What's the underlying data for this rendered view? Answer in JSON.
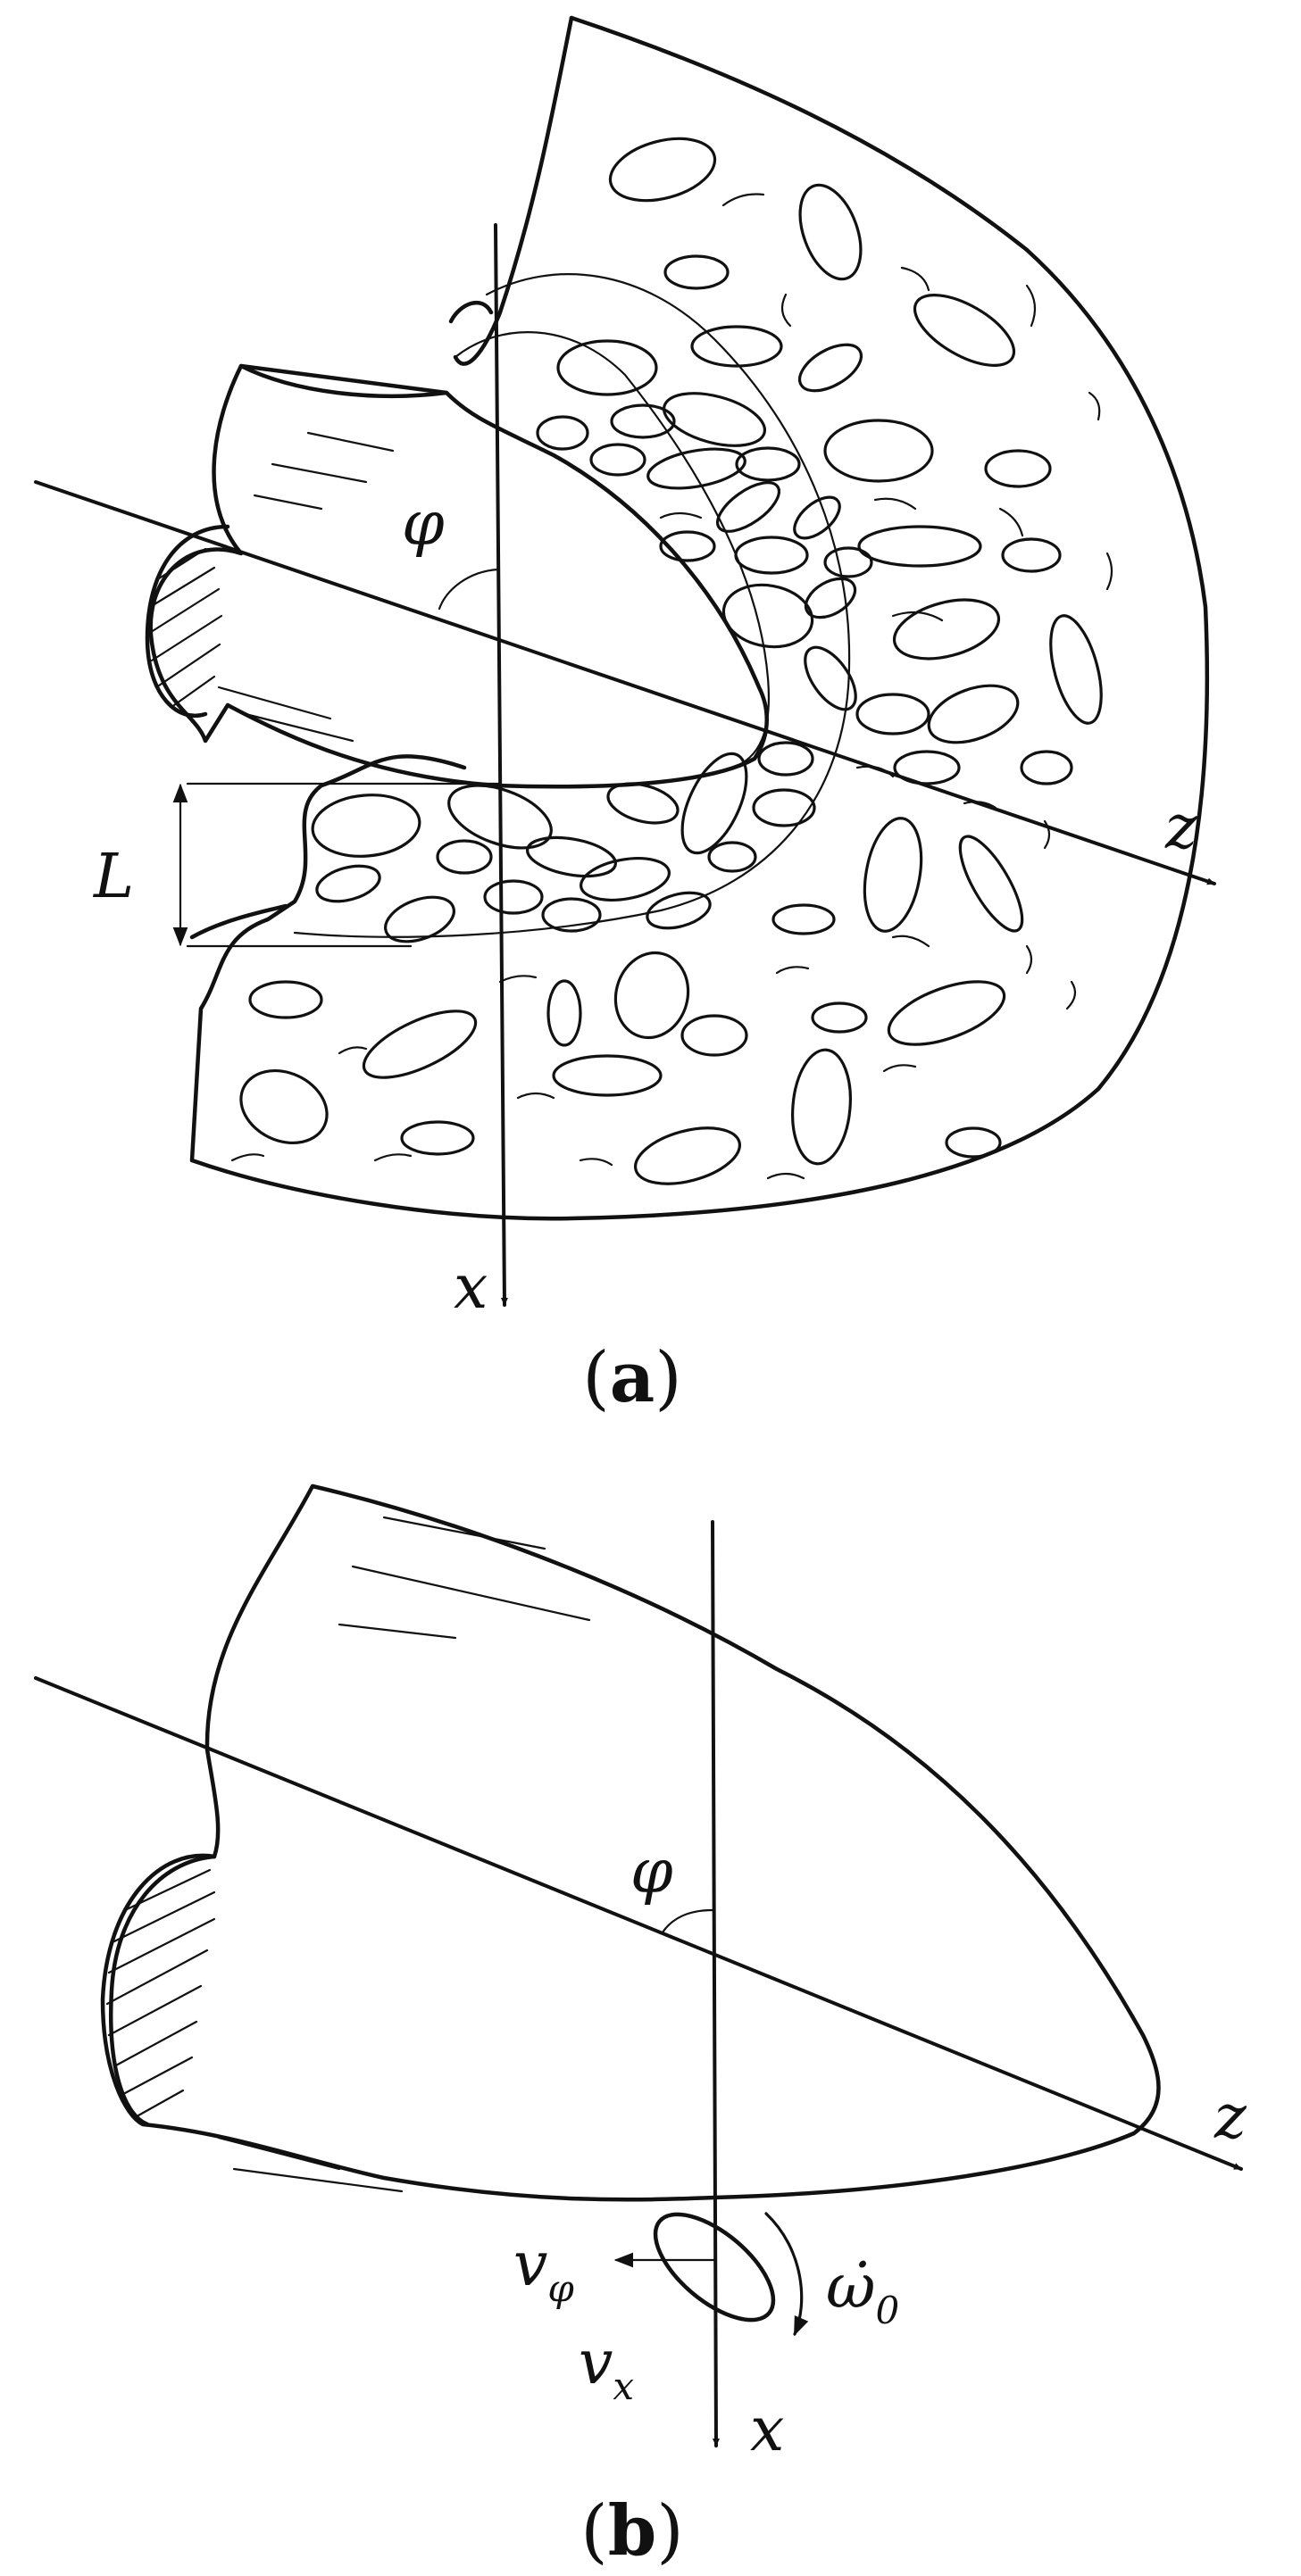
{
  "panel_a": {
    "symbols": {
      "phi": "φ",
      "L": "L",
      "z": "z",
      "x": "x"
    },
    "caption": {
      "open": "(",
      "letter": "a",
      "close": ")"
    }
  },
  "panel_b": {
    "symbols": {
      "phi": "φ",
      "z": "z",
      "x": "x",
      "v_phi": "v",
      "v_phi_sub": "φ",
      "v_x": "v",
      "v_x_sub": "x",
      "omega": "ω̇",
      "omega_sub": "0"
    },
    "caption": {
      "open": "(",
      "letter": "b",
      "close": ")"
    }
  }
}
